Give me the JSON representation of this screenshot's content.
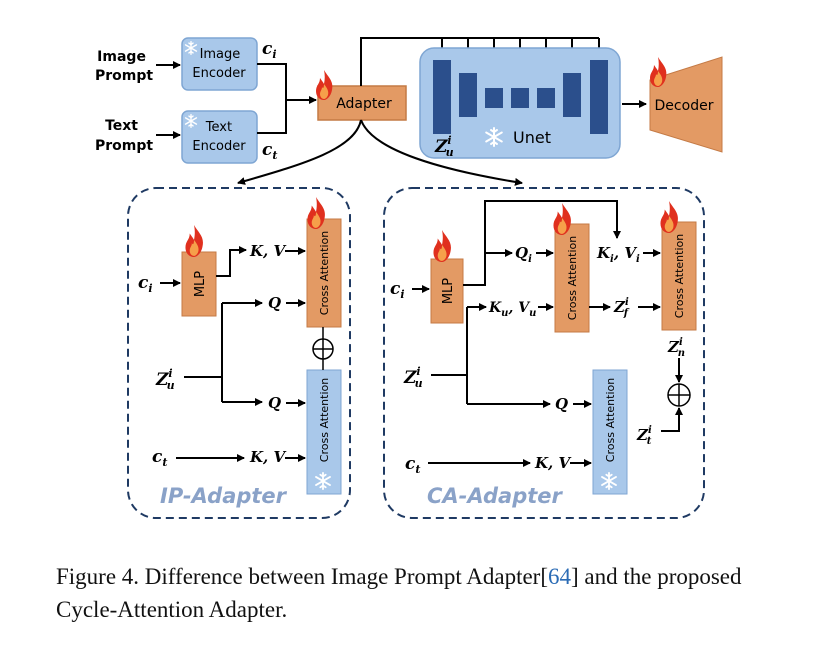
{
  "top": {
    "image_prompt": [
      "Image",
      "Prompt"
    ],
    "text_prompt": [
      "Text",
      "Prompt"
    ],
    "image_encoder": [
      "Image",
      "Encoder"
    ],
    "text_encoder": [
      "Text",
      "Encoder"
    ],
    "c_i": "c",
    "c_i_sub": "i",
    "c_t": "c",
    "c_t_sub": "t",
    "adapter": "Adapter",
    "unet": "Unet",
    "z_u": "Z",
    "z_u_sub": "u",
    "z_u_sup": "i",
    "decoder": "Decoder"
  },
  "ip_adapter": {
    "title": "IP-Adapter",
    "mlp": "MLP",
    "cross_attention": "Cross Attention",
    "kv": "K, V",
    "q": "Q",
    "c_i": "c",
    "c_t": "c",
    "sub_i": "i",
    "sub_t": "t",
    "z": "Z",
    "z_sub": "u",
    "z_sup": "i",
    "plus": "⊕"
  },
  "ca_adapter": {
    "title": "CA-Adapter",
    "mlp": "MLP",
    "cross_attention": "Cross Attention",
    "q_i": "Q",
    "q_i_sub": "i",
    "k_i_v_i": "K",
    "kv_i_sub": "i",
    "v": "V",
    "k_u_v_u": "K",
    "kv_u_sub": "u",
    "z_f": "Z",
    "z_f_sub": "f",
    "z_n": "Z",
    "z_n_sub": "n",
    "z_t": "Z",
    "z_t_sub": "t",
    "z_u": "Z",
    "z_u_sub": "u",
    "sup_i": "i",
    "q": "Q",
    "kv": "K, V",
    "c_i": "c",
    "c_t": "c",
    "sub_i": "i",
    "sub_t": "t",
    "plus": "⊕"
  },
  "caption": {
    "prefix": "Figure 4. Difference between Image Prompt Adapter[",
    "ref": "64",
    "suffix": "] and the proposed Cycle-Attention Adapter."
  },
  "colors": {
    "blue_box": "#a9c8ea",
    "blue_border": "#7fa6d3",
    "dark_blue": "#2b4f8c",
    "orange": "#e39a64",
    "orange_border": "#c47a45",
    "flame": "#e0301e",
    "dash": "#1f3a63"
  }
}
